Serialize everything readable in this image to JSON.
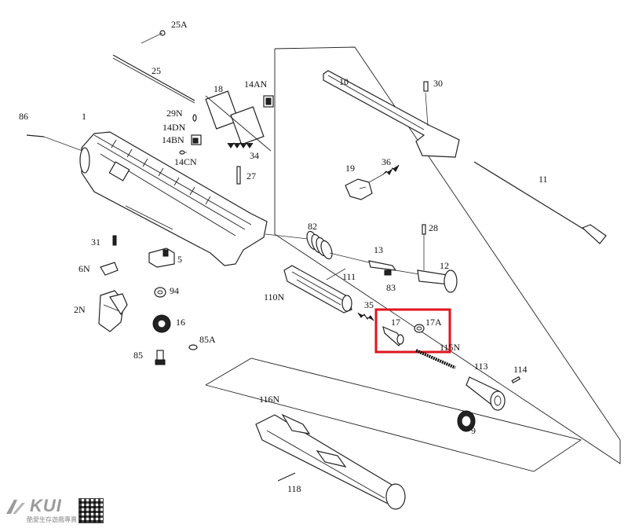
{
  "diagram": {
    "labels": {
      "l25A": "25A",
      "l25": "25",
      "l18": "18",
      "l14AN": "14AN",
      "l10": "10",
      "l30": "30",
      "l86": "86",
      "l1": "1",
      "l29N": "29N",
      "l14DN": "14DN",
      "l14BN": "14BN",
      "l14CN": "14CN",
      "l34": "34",
      "l27": "27",
      "l19": "19",
      "l36": "36",
      "l11a": "11",
      "l31": "31",
      "l5": "5",
      "l6N": "6N",
      "l82": "82",
      "l13": "13",
      "l28": "28",
      "l12": "12",
      "l111": "111",
      "l110N": "110N",
      "l83": "83",
      "l94": "94",
      "l2N": "2N",
      "l16": "16",
      "l35": "35",
      "l17": "17",
      "l17A": "17A",
      "l115N": "115N",
      "l85A": "85A",
      "l85": "85",
      "l113": "113",
      "l114": "114",
      "l116N": "116N",
      "l9": "9",
      "l118": "118"
    },
    "highlight_color": "#e0141e",
    "line_color": "#222222"
  },
  "watermark": {
    "brand": "KUI",
    "subtitle": "酷愛生存遊戲專賣"
  }
}
